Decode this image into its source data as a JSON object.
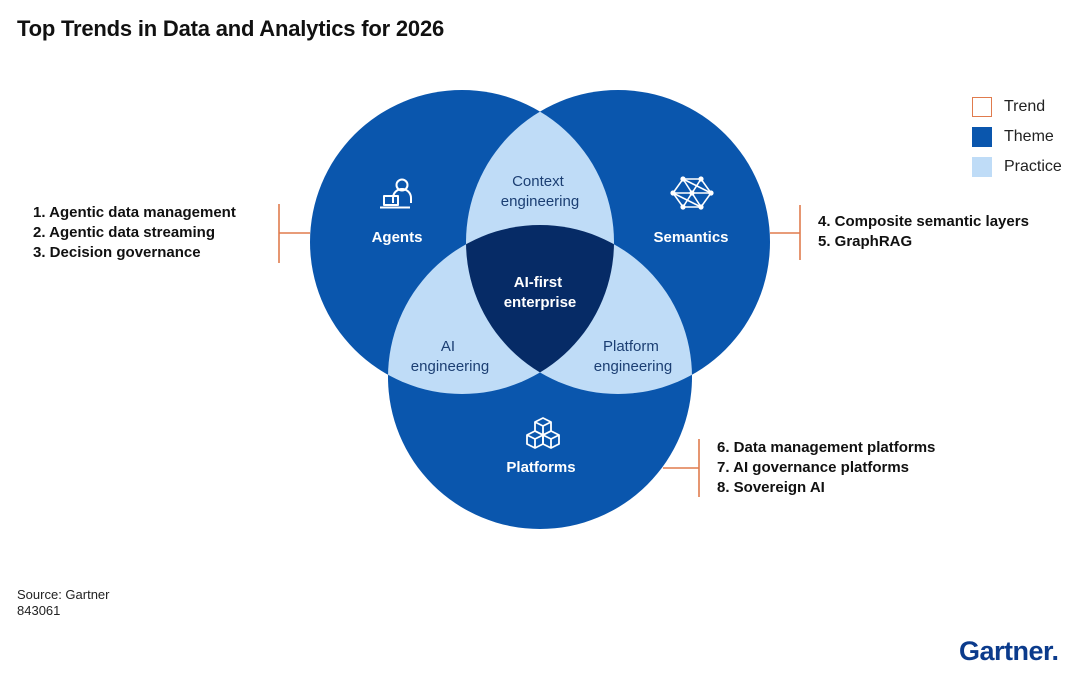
{
  "title": "Top Trends in Data and Analytics for 2026",
  "colors": {
    "trend_border": "#e07b4d",
    "theme": "#0a56ad",
    "practice": "#bfdcf7",
    "center": "#062b66",
    "connector": "#e07b4d",
    "brand": "#0b3b8c"
  },
  "legend": [
    {
      "label": "Trend",
      "kind": "trend"
    },
    {
      "label": "Theme",
      "kind": "theme"
    },
    {
      "label": "Practice",
      "kind": "practice"
    }
  ],
  "themes": {
    "agents": {
      "label": "Agents",
      "icon": "person-laptop-icon"
    },
    "semantics": {
      "label": "Semantics",
      "icon": "network-graph-icon"
    },
    "platforms": {
      "label": "Platforms",
      "icon": "stacked-cubes-icon"
    }
  },
  "practices": {
    "context": [
      "Context",
      "engineering"
    ],
    "ai": [
      "AI",
      "engineering"
    ],
    "platform": [
      "Platform",
      "engineering"
    ]
  },
  "center": [
    "AI-first",
    "enterprise"
  ],
  "trends": {
    "agents": [
      "1.  Agentic data management",
      "2. Agentic data streaming",
      "3. Decision governance"
    ],
    "semantics": [
      "4. Composite semantic layers",
      "5. GraphRAG"
    ],
    "platforms": [
      "6. Data management platforms",
      "7. AI governance platforms",
      "8. Sovereign AI"
    ]
  },
  "source": {
    "line1": "Source: Gartner",
    "line2": "843061"
  },
  "brand": {
    "name": "Gartner",
    "dot": "."
  }
}
